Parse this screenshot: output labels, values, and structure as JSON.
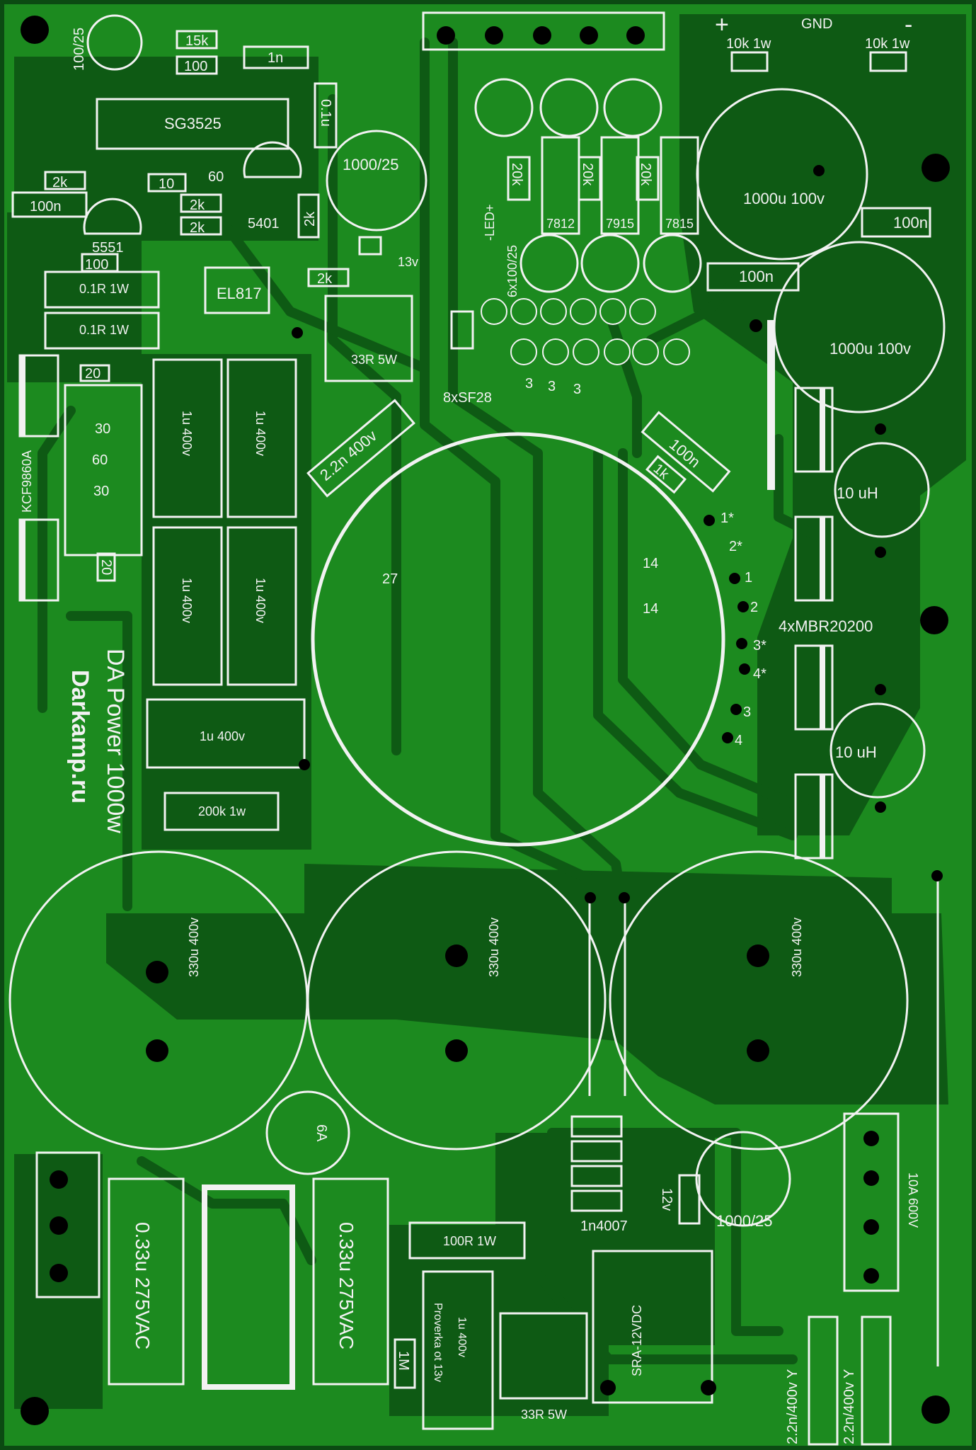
{
  "board": {
    "colors": {
      "copper": "#1c8a1f",
      "board": "#0b4a12",
      "dark_copper": "#0e5a14",
      "silk": "#f2f2f2",
      "pad": "#000000"
    }
  },
  "labels": {
    "cap_100_25": "100/25",
    "r_15k": "15k",
    "r_100_top": "100",
    "c_1n": "1n",
    "ic_sg3525": "SG3525",
    "c_0_1u": "0.1u",
    "cap_1000_25_top": "1000/25",
    "r_2k_a": "2k",
    "c_100n_left": "100n",
    "r_10": "10",
    "choke_60_top": "60",
    "r_2k_b": "2k",
    "r_2k_c": "2k",
    "ic_5401": "5401",
    "r_2k_vert": "2k",
    "ic_5551": "5551",
    "r_100_mid": "100",
    "d_13v": "13v",
    "opto_el817": "EL817",
    "r_2k_d": "2k",
    "r_01r_a": "0.1R 1W",
    "r_01r_b": "0.1R 1W",
    "r_33r_top": "33R 5W",
    "r_20_top": "20",
    "kcf": "KCF9860A",
    "gdt_30_a": "30",
    "gdt_60": "60",
    "gdt_30_b": "30",
    "r_20_bottom": "20",
    "cap_1u400_a": "1u 400v",
    "cap_1u400_b": "1u 400v",
    "cap_1u400_c": "1u 400v",
    "cap_1u400_d": "1u 400v",
    "cap_2n2": "2.2n 400v",
    "diodes_8xsf28": "8xSF28",
    "coil_3_a": "3",
    "coil_3_b": "3",
    "coil_3_c": "3",
    "led": "-LED+",
    "caps_6x": "6x100/25",
    "r_20k_a": "20k",
    "r_20k_b": "20k",
    "r_20k_c": "20k",
    "reg_7812": "7812",
    "reg_7915": "7915",
    "reg_7815": "7815",
    "plus": "+",
    "gnd": "GND",
    "minus": "-",
    "r_10k_a": "10k 1w",
    "r_10k_b": "10k 1w",
    "cap_1000u_a": "1000u 100v",
    "c_100n_right": "100n",
    "c_100n_mid": "100n",
    "cap_1000u_b": "1000u 100v",
    "snub_100n": "100n",
    "snub_1k": "1k",
    "tr_primary": "27",
    "tr_sec_a": "14",
    "tr_sec_b": "14",
    "pin_1s": "1*",
    "pin_2s": "2*",
    "pin_1": "1",
    "pin_2": "2",
    "pin_3s": "3*",
    "pin_4s": "4*",
    "pin_3": "3",
    "pin_4": "4",
    "ind_10uh_a": "10 uH",
    "ind_10uh_b": "10 uH",
    "diodes_mbr": "4xMBR20200",
    "title": "DA Power 1000w",
    "site": "Darkamp.ru",
    "cap_1u400_e": "1u 400v",
    "r_200k": "200k 1w",
    "bulk_330_a": "330u 400v",
    "bulk_330_b": "330u 400v",
    "bulk_330_c": "330u 400v",
    "fuse_6a": "6A",
    "x_cap_a": "0.33u 275VAC",
    "x_cap_b": "0.33u 275VAC",
    "r_100r": "100R 1W",
    "cap_1u400_f": "1u 400v",
    "proverka": "Proverka ot 13v",
    "r_1m": "1M",
    "r_33r_bottom": "33R 5W",
    "d_1n4007": "1n4007",
    "z_12v": "12v",
    "cap_1000_25_bottom": "1000/25",
    "relay": "SRA-12VDC",
    "bridge_10a": "10A 600V",
    "y_cap_a": "2.2n/400v Y",
    "y_cap_b": "2.2n/400v Y"
  }
}
